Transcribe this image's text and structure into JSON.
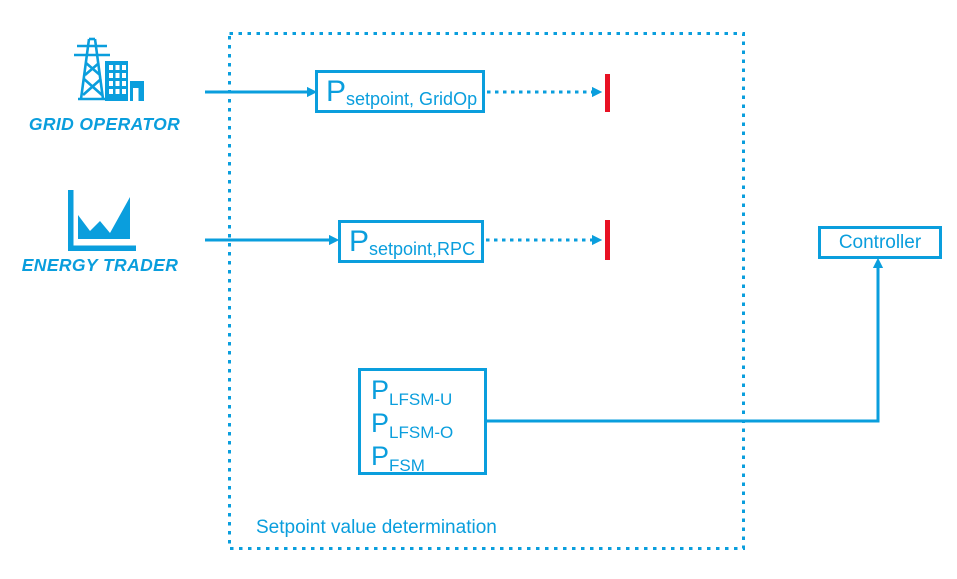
{
  "colors": {
    "accent": "#0a9edd",
    "terminator_red": "#e81123"
  },
  "icons": {
    "grid_operator": "transmission-tower-building-icon",
    "energy_trader": "energy-market-chart-icon"
  },
  "actors": [
    {
      "label": "GRID OPERATOR"
    },
    {
      "label": "ENERGY TRADER"
    }
  ],
  "determination_group": {
    "label": "Setpoint value determination",
    "gridop_box": {
      "symbol": "P",
      "subscript": "setpoint, GridOp"
    },
    "rpc_box": {
      "symbol": "P",
      "subscript": "setpoint,RPC"
    },
    "fsm_box": {
      "rows": [
        {
          "symbol": "P",
          "subscript": "LFSM-U"
        },
        {
          "symbol": "P",
          "subscript": "LFSM-O"
        },
        {
          "symbol": "P",
          "subscript": "FSM"
        }
      ]
    }
  },
  "controller_box": {
    "label": "Controller"
  }
}
